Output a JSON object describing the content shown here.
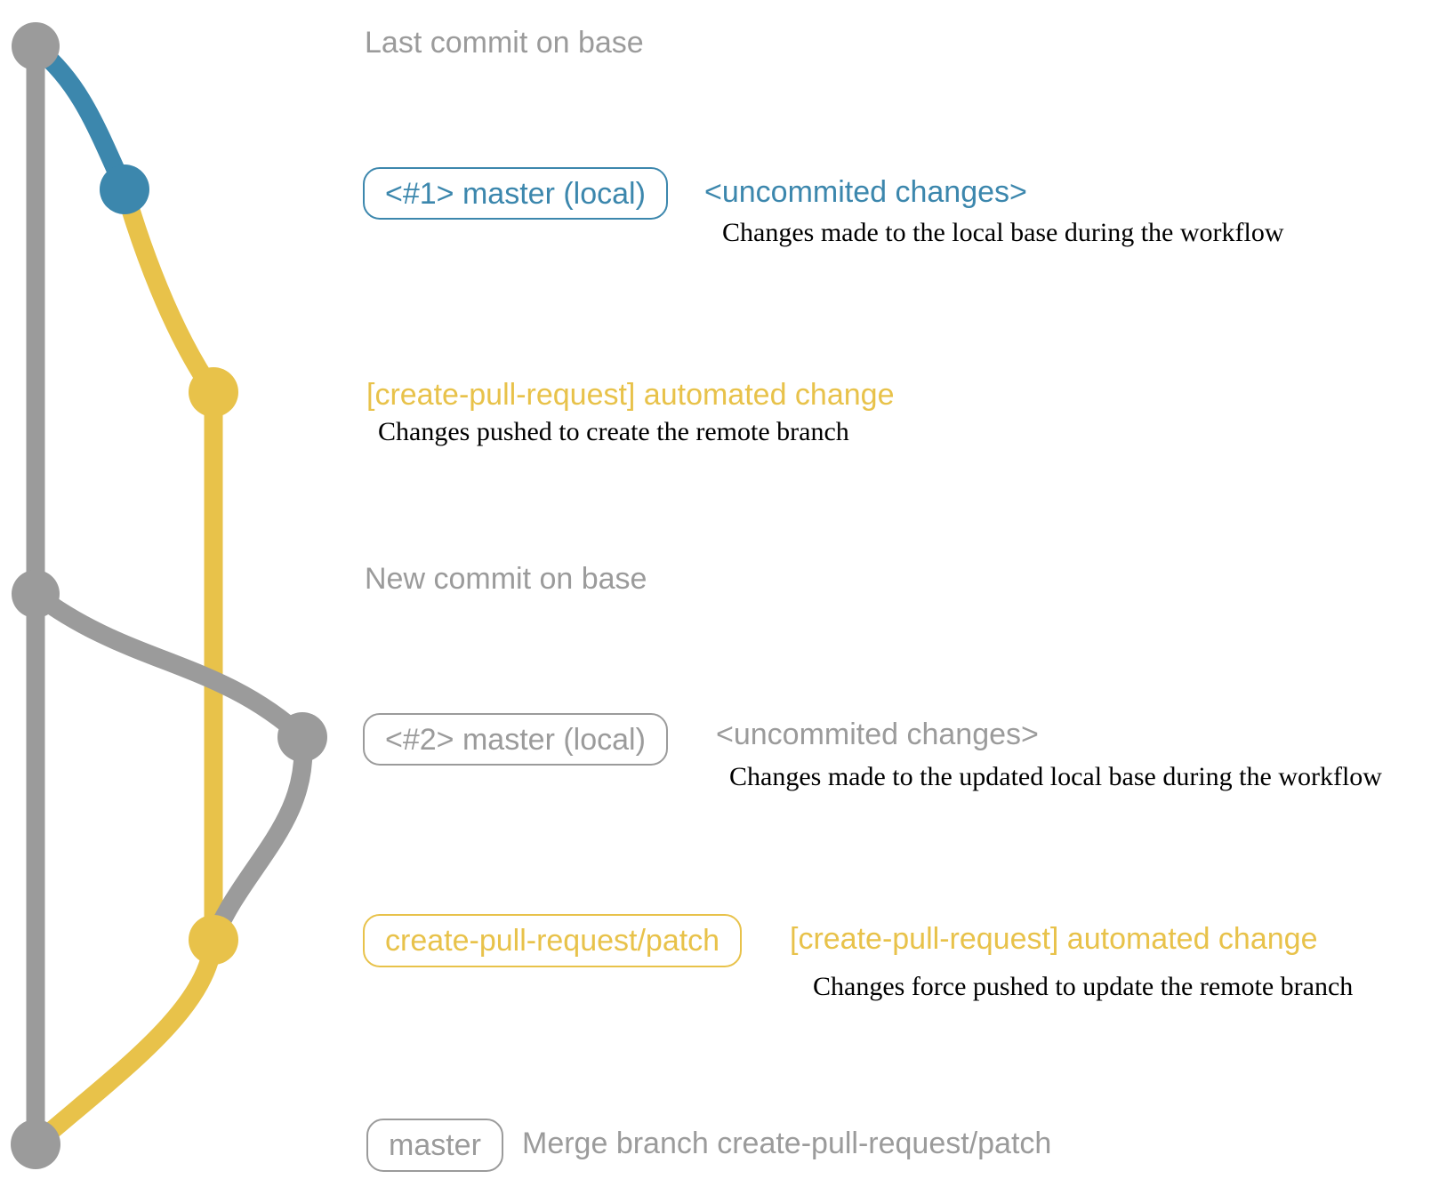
{
  "colors": {
    "base_gray": "#9b9b9b",
    "local_blue": "#3c87ad",
    "remote_yellow": "#e8c24a",
    "description_black": "#000000"
  },
  "annotations": {
    "last_commit": "Last commit on base",
    "new_commit": "New commit on base"
  },
  "rows": {
    "commit1": {
      "badge": "<#1> master (local)",
      "message": "<uncommited changes>",
      "description": "Changes made to the local base during the workflow"
    },
    "push1": {
      "message": "[create-pull-request] automated change",
      "description": "Changes pushed to create the remote branch"
    },
    "commit2": {
      "badge": "<#2> master (local)",
      "message": "<uncommited changes>",
      "description": "Changes made to the updated local base during the workflow"
    },
    "push2": {
      "badge": "create-pull-request/patch",
      "message": "[create-pull-request] automated change",
      "description": "Changes force pushed to update the remote branch"
    },
    "merge": {
      "badge": "master",
      "message": "Merge branch create-pull-request/patch"
    }
  }
}
